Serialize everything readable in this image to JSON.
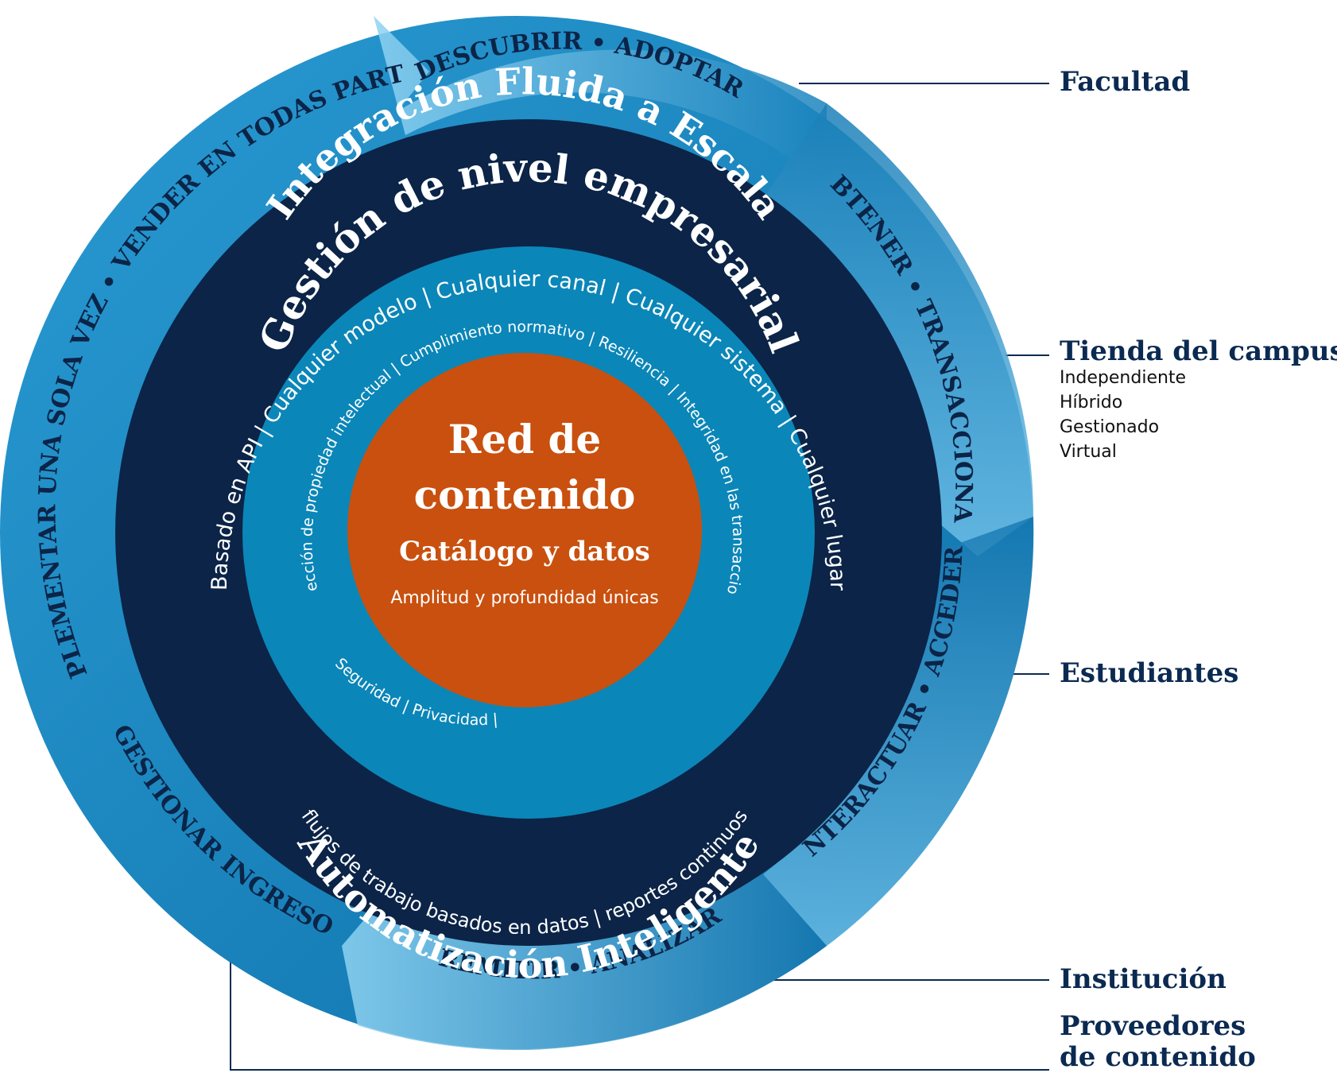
{
  "outer_ring": {
    "arrow_labels": {
      "top": "DESCUBRIR • ADOPTAR",
      "right_upper": "OBTENER • TRANSACCIONAR",
      "right_lower": "INTERACTUAR • ACCEDER",
      "bottom": "REMITIR • ANALIZAR"
    },
    "arc_text_left": "IMPLEMENTAR UNA SOLA VEZ • VENDER EN TODAS PARTES",
    "arc_text_bottom_left": "• GESTIONAR INGRESOS"
  },
  "dark_ring": {
    "title_top": "Integración Fluida a Escala",
    "subtitle_top": "Basado en API | Cualquier modelo | Cualquier canal | Cualquier sistema | Cualquier lugar",
    "title_bottom": "Automatización Inteligente",
    "subtitle_bottom": "flujos de trabajo basados en datos | reportes continuos"
  },
  "mid_ring": {
    "title": "Gestión de nivel empresarial",
    "subtitle_top": "Protección de propiedad intelectual | Cumplimiento normativo | Resiliencia | Integridad en las transacciones",
    "subtitle_bottom": "Seguridad | Privacidad |"
  },
  "core": {
    "title_line1": "Red de",
    "title_line2": "contenido",
    "subtitle": "Catálogo y datos",
    "caption": "Amplitud y profundidad únicas"
  },
  "side_labels": {
    "facultad": "Facultad",
    "tienda": "Tienda del campus",
    "tienda_items": [
      "Independiente",
      "Híbrido",
      "Gestionado",
      "Virtual"
    ],
    "estudiantes": "Estudiantes",
    "institucion": "Institución",
    "proveedores_line1": "Proveedores",
    "proveedores_line2": "de contenido"
  },
  "colors": {
    "outer_blue": "#1e88c2",
    "arrow_light": "#7ec8ec",
    "dark_ring": "#0b2447",
    "mid_ring": "#0b86b8",
    "core": "#c9500f",
    "label_navy": "#0b2a52"
  }
}
